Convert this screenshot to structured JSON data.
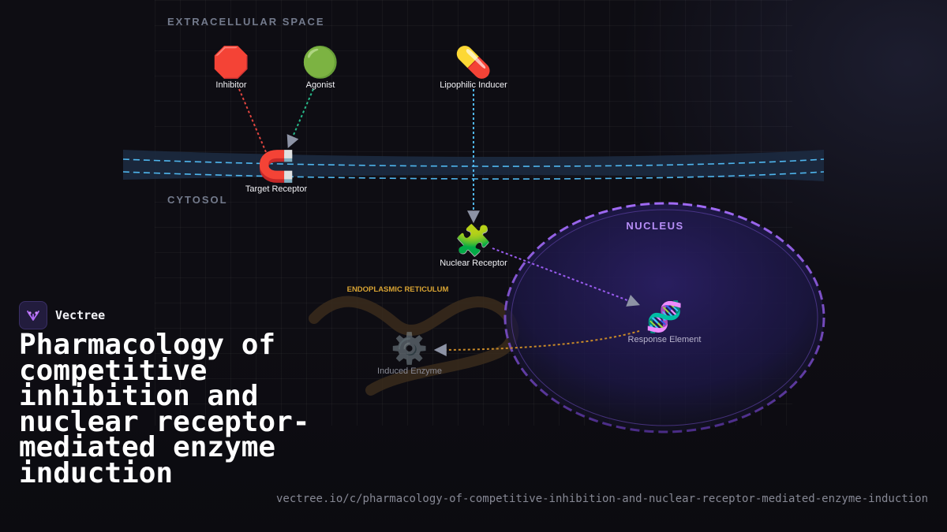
{
  "regions": {
    "extracellular": "EXTRACELLULAR SPACE",
    "cytosol": "CYTOSOL",
    "nucleus": "NUCLEUS",
    "er": "ENDOPLASMIC RETICULUM"
  },
  "nodes": {
    "inhibitor": {
      "label": "Inhibitor",
      "glyph": "🛑"
    },
    "agonist": {
      "label": "Agonist",
      "glyph": "🟢"
    },
    "inducer": {
      "label": "Lipophilic Inducer",
      "glyph": "💊"
    },
    "target_receptor": {
      "label": "Target Receptor",
      "glyph": "🧲"
    },
    "nuclear_receptor": {
      "label": "Nuclear Receptor",
      "glyph": "🧩"
    },
    "response_element": {
      "label": "Response Element",
      "glyph": "🧬"
    },
    "induced_enzyme": {
      "label": "Induced Enzyme",
      "glyph": "⚙️"
    }
  },
  "colors": {
    "membrane": "#4fb6ee",
    "inhibition_arrow": "#e2453f",
    "agonist_arrow": "#27b98a",
    "transport_arrow": "#4fb6ee",
    "nuclear_arrow": "#9a5cf0",
    "induction_arrow": "#c98a28",
    "nucleus_border": "#9a5cf0"
  },
  "brand": {
    "name": "Vectree",
    "icon": "vectree-logo-icon"
  },
  "title": "Pharmacology of competitive inhibition and nuclear receptor-mediated enzyme induction",
  "url": "vectree.io/c/pharmacology-of-competitive-inhibition-and-nuclear-receptor-mediated-enzyme-induction"
}
